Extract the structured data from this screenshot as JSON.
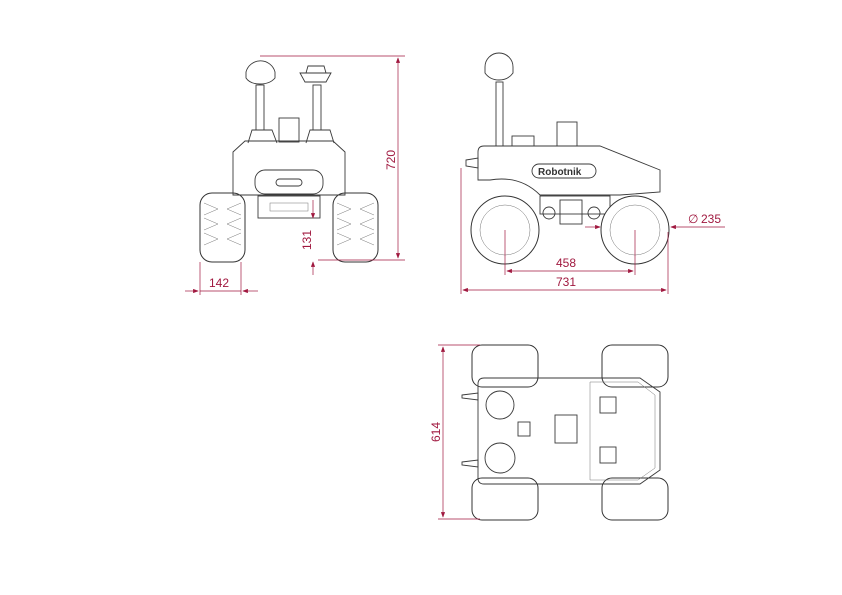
{
  "brand": "Robotnik",
  "colors": {
    "dimension": "#a0183f",
    "outline": "#3a3a3a"
  },
  "dimensions": {
    "front_height": "720",
    "ground_clearance": "131",
    "wheel_width": "142",
    "wheelbase": "458",
    "length": "731",
    "wheel_diameter": "235",
    "diameter_symbol": "∅",
    "width": "614"
  },
  "views": [
    "front-view",
    "side-view",
    "top-view"
  ]
}
